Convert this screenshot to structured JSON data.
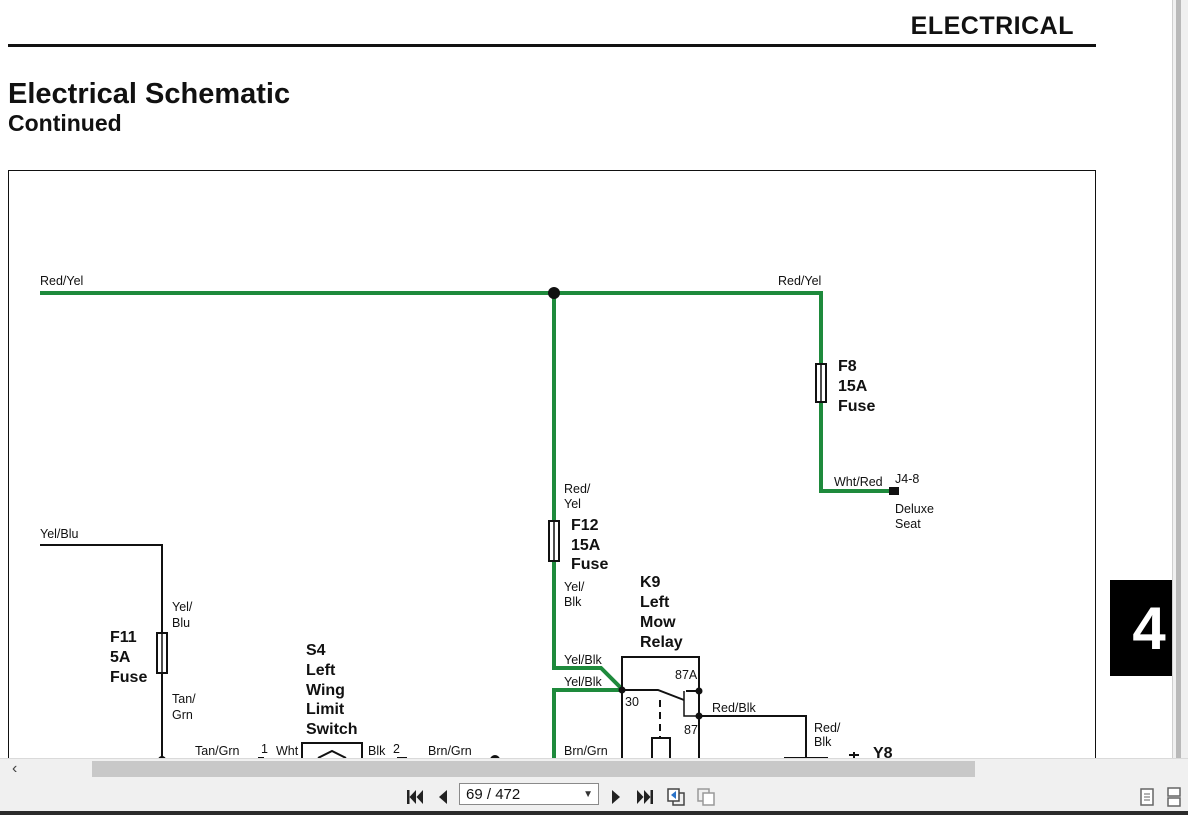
{
  "header": {
    "section": "ELECTRICAL"
  },
  "document": {
    "title": "Electrical Schematic",
    "subtitle": "Continued"
  },
  "section_tab": "4",
  "wire_labels": {
    "red_yel_left": "Red/Yel",
    "red_yel_right": "Red/Yel",
    "wht_red": "Wht/Red",
    "yel_blu_top": "Yel/Blu",
    "yel_blu_1": "Yel/",
    "yel_blu_2": "Blu",
    "tan_grn_1": "Tan/",
    "tan_grn_2": "Grn",
    "tan_grn_h": "Tan/Grn",
    "wht": "Wht",
    "blk": "Blk",
    "brn_grn_1": "Brn/Grn",
    "red_yel_v1": "Red/",
    "red_yel_v2": "Yel",
    "yel_blk_v1": "Yel/",
    "yel_blk_v2": "Blk",
    "yel_blk_a": "Yel/Blk",
    "yel_blk_b": "Yel/Blk",
    "brn_grn_2": "Brn/Grn",
    "red_blk_h": "Red/Blk",
    "red_blk_v1": "Red/",
    "red_blk_v2": "Blk"
  },
  "components": {
    "f8": {
      "id": "F8",
      "rating": "15A",
      "type": "Fuse"
    },
    "f12": {
      "id": "F12",
      "rating": "15A",
      "type": "Fuse"
    },
    "f11": {
      "id": "F11",
      "rating": "5A",
      "type": "Fuse"
    },
    "k9": {
      "id": "K9",
      "l1": "Left",
      "l2": "Mow",
      "l3": "Relay"
    },
    "s4": {
      "id": "S4",
      "l1": "Left",
      "l2": "Wing",
      "l3": "Limit",
      "l4": "Switch"
    },
    "y8": {
      "id": "Y8"
    },
    "j4": {
      "id": "J4-8",
      "l1": "Deluxe",
      "l2": "Seat"
    }
  },
  "pins": {
    "p1": "1",
    "p2": "2",
    "p30": "30",
    "p87a": "87A",
    "p87": "87"
  },
  "viewer": {
    "page_current": "69",
    "page_sep": "/",
    "page_total": "472"
  },
  "colors": {
    "wire_green": "#1e8a3c",
    "wire_black": "#111111",
    "tab_bg": "#000000"
  }
}
